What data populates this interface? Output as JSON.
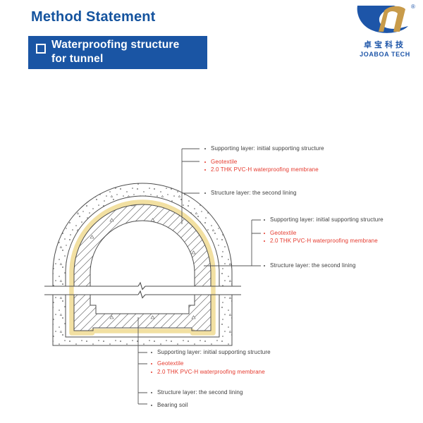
{
  "header": {
    "title": "Method Statement"
  },
  "banner": {
    "line1": "Waterproofing structure",
    "line2": "for tunnel"
  },
  "logo": {
    "cn": "卓宝科技",
    "en": "JOABOA TECH",
    "registered": "®"
  },
  "colors": {
    "accent_blue": "#1a55a4",
    "logo_blue": "#1d55a8",
    "logo_gold": "#c89b4a",
    "label_red": "#e5382c",
    "membrane_yellow": "#f2e0a2"
  },
  "callouts": {
    "top": {
      "items": [
        {
          "text": "Supporting layer: initial supporting structure",
          "red": false
        },
        {
          "text": "Geotextile",
          "red": true
        },
        {
          "text": "2.0 THK PVC-H waterproofing membrane",
          "red": true
        },
        {
          "text": "Structure layer: the second lining",
          "red": false
        }
      ]
    },
    "middle": {
      "items": [
        {
          "text": "Supporting layer: initial supporting structure",
          "red": false
        },
        {
          "text": "Geotextile",
          "red": true
        },
        {
          "text": "2.0 THK PVC-H waterproofing membrane",
          "red": true
        },
        {
          "text": "Structure layer: the second lining",
          "red": false
        }
      ]
    },
    "bottom": {
      "items": [
        {
          "text": "Supporting layer: initial supporting structure",
          "red": false
        },
        {
          "text": "Geotextile",
          "red": true
        },
        {
          "text": "2.0 THK PVC-H waterproofing membrane",
          "red": true
        },
        {
          "text": "Structure layer: the second lining",
          "red": false
        },
        {
          "text": "Bearing soil",
          "red": false
        }
      ]
    }
  }
}
